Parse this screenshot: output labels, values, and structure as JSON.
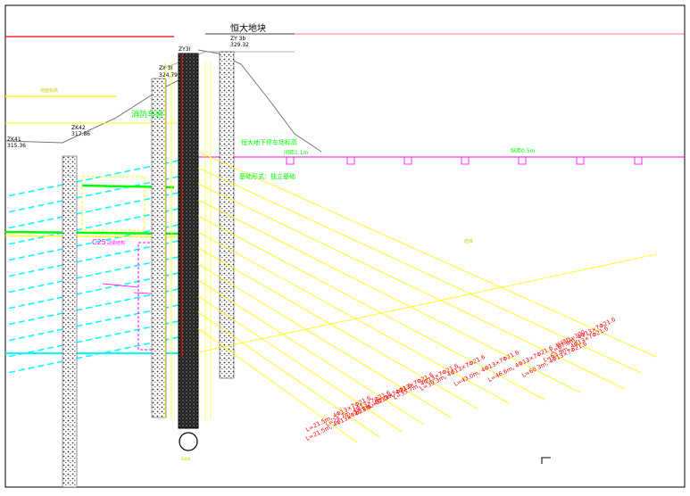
{
  "drawing": {
    "title_block": {
      "name": "恒大地块",
      "ref": "ZY 3b",
      "elev": "329.32"
    },
    "soil_labels": {
      "zy3": "ZY 3I",
      "zy3_elev": "324.79",
      "zk42": "ZK42",
      "zk42_elev": "317.86",
      "zk41": "ZK41",
      "zk41_elev": "315.36",
      "top_label": "ZY3I"
    },
    "annotations": {
      "fire_lane": "消防车道",
      "podium": "恒大地下停车场标高",
      "foundation": "基础形式：独立基础",
      "spacing": "纵距0.5m",
      "wall_spacing": "间距1.1m",
      "beam": "C25",
      "beam_suffix": "冠梁结构",
      "middle_note": "岩体",
      "ground_label": "地面标高"
    },
    "anchors": [
      {
        "length": "L=67.6m",
        "spec": "4Φ13×7Φ21.6"
      },
      {
        "length": "L=63.9m",
        "spec": "4Φ13×7Φ21.6"
      },
      {
        "length": "L=60.3m",
        "spec": "4Φ13×7Φ21.6"
      },
      {
        "length": "L=46.6m",
        "spec": "4Φ13×7Φ21.6"
      },
      {
        "length": "L=43.0m",
        "spec": "4Φ13×7Φ21.6"
      },
      {
        "length": "L=39.3m",
        "spec": "4Φ13×7Φ21.6"
      },
      {
        "length": "L=35.7m",
        "spec": "4Φ13×7Φ21.6"
      },
      {
        "length": "L=32.0m",
        "spec": "4Φ13×7Φ21.6"
      },
      {
        "length": "L=28.4m",
        "spec": "4Φ13×7Φ21.6"
      },
      {
        "length": "L=24.7m",
        "spec": "4Φ13×7Φ21.6"
      },
      {
        "length": "L=21.5m",
        "spec": "4Φ13×7Φ21.6"
      },
      {
        "length": "L=21.5m",
        "spec": "4Φ13×7Φ21.6"
      }
    ],
    "pile_note": "桩径D=300",
    "colors": {
      "yellow": "#ffff00",
      "cyan": "#00ffff",
      "magenta": "#ff00ff",
      "green": "#00ff00",
      "red": "#ff0000",
      "black": "#000000"
    }
  }
}
